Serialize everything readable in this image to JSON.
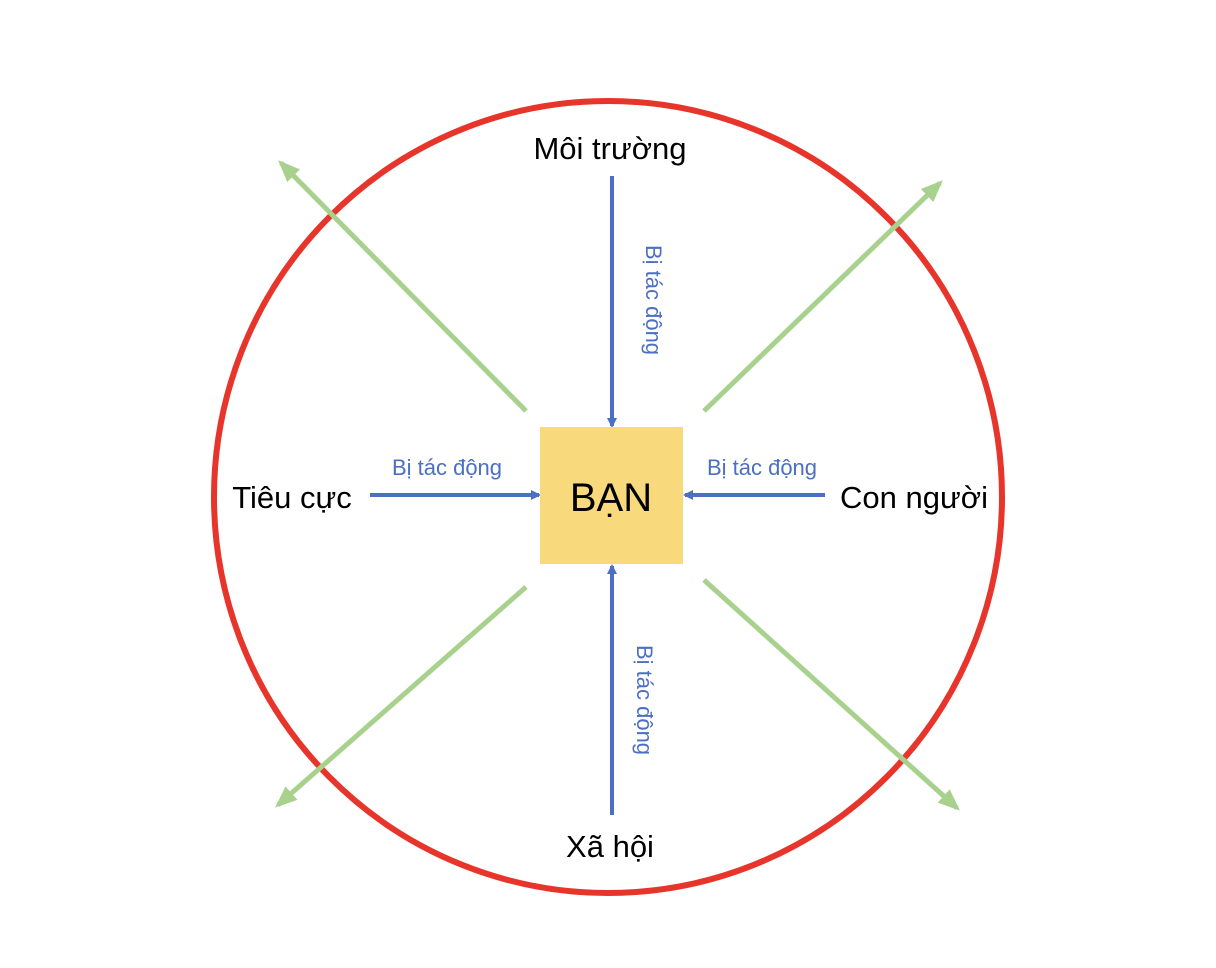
{
  "center": {
    "label": "BẠN"
  },
  "nodes": {
    "top": "Môi trường",
    "left": "Tiêu cực",
    "right": "Con người",
    "bottom": "Xã hội"
  },
  "edge_labels": {
    "top": "Bị tác động",
    "left": "Bị tác động",
    "right": "Bị tác động",
    "bottom": "Bị tác động"
  },
  "colors": {
    "circle": "#e8352b",
    "center_box": "#f8d97c",
    "inward_arrow": "#4a6fc4",
    "outward_arrow": "#a9d18e",
    "edge_text": "#4a6fc4",
    "node_text": "#000000"
  }
}
